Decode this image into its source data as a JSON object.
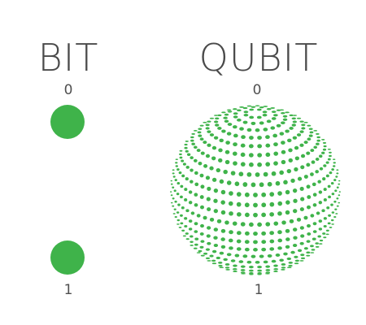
{
  "bit": {
    "title": "BIT",
    "state_zero": "0",
    "state_one": "1"
  },
  "qubit": {
    "title": "QUBIT",
    "state_zero": "0",
    "state_one": "1"
  },
  "colors": {
    "green": "#3fb34a",
    "text": "#4d4d4d"
  },
  "icons": {
    "bit_state": "filled-circle",
    "qubit_state": "dotted-sphere"
  }
}
